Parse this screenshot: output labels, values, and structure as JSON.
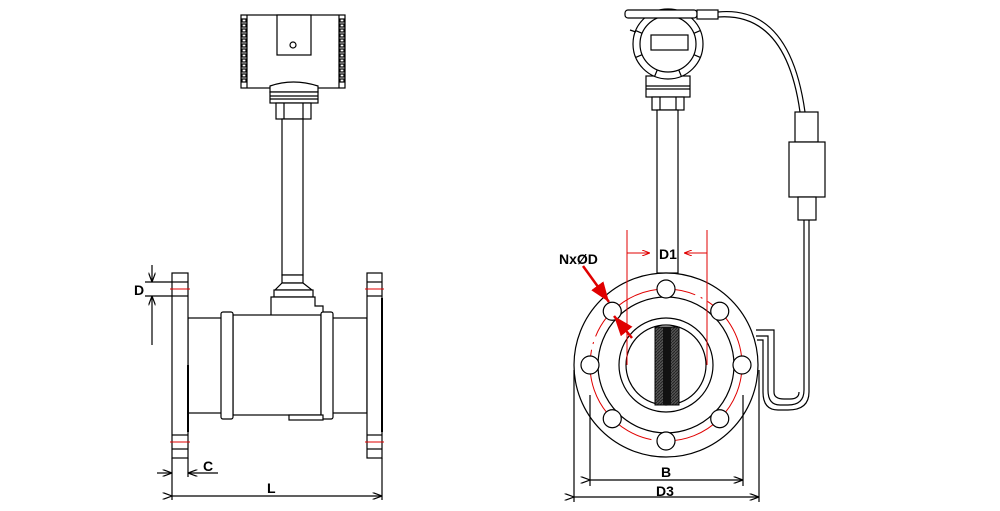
{
  "title": "Vortex flowmeter dimension drawing",
  "labels": {
    "bolt_hole_diameter": "D",
    "flange_thickness": "C",
    "length": "L",
    "bolt_holes": "NxØD",
    "inner_diameter": "D1",
    "bolt_circle": "B",
    "flange_outer_diameter": "D3"
  },
  "colors": {
    "line": "#000000",
    "dimension_accent": "#e00000"
  }
}
